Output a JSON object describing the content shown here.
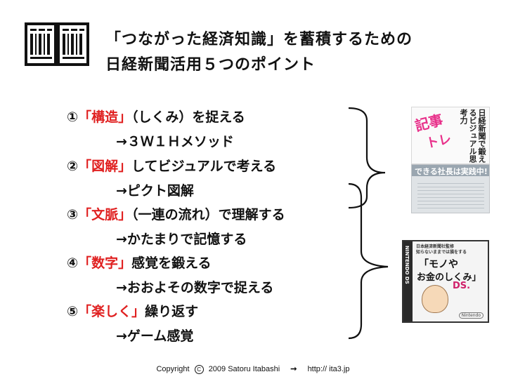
{
  "title": {
    "line1": "「つながった経済知識」を蓄積するための",
    "line2": "日経新聞活用５つのポイント"
  },
  "points": [
    {
      "num": "①",
      "highlight": "「構造」",
      "rest": "（しくみ）を捉える",
      "sub": "→３Ｗ１Ｈメソッド"
    },
    {
      "num": "②",
      "highlight": "「図解」",
      "rest": "してビジュアルで考える",
      "sub": "→ピクト図解"
    },
    {
      "num": "③",
      "highlight": "「文脈」",
      "rest": "（一連の流れ）で理解する",
      "sub": "→かたまりで記憶する"
    },
    {
      "num": "④",
      "highlight": "「数字」",
      "rest": "感覚を鍛える",
      "sub": "→おおよその数字で捉える"
    },
    {
      "num": "⑤",
      "highlight": "「楽しく」",
      "rest": "繰り返す",
      "sub": "→ゲーム感覚"
    }
  ],
  "books": {
    "book1": {
      "title_a": "記事",
      "title_b": "トレ",
      "vertical": "日経新聞で鍛えるビジュアル思考力"
    },
    "book2": {
      "band": "できる社長は実践中!"
    },
    "book3": {
      "publisher": "日本経済新聞社監修",
      "header2": "知らないままでは損をする",
      "t1": "「モノや",
      "t2": "お金のしくみ」",
      "ds": "DS.",
      "spine": "NINTENDO DS",
      "logo": "Nintendo"
    }
  },
  "footer": {
    "copyright": "Copyright",
    "c_mark": "C",
    "year_author": "2009 Satoru Itabashi",
    "arrow": "➞",
    "url": "http:// ita3.jp"
  },
  "colors": {
    "highlight": "#e02020",
    "text": "#111111"
  },
  "icons": {
    "newspaper": "newspaper-icon",
    "brace": "curly-brace-icon"
  }
}
